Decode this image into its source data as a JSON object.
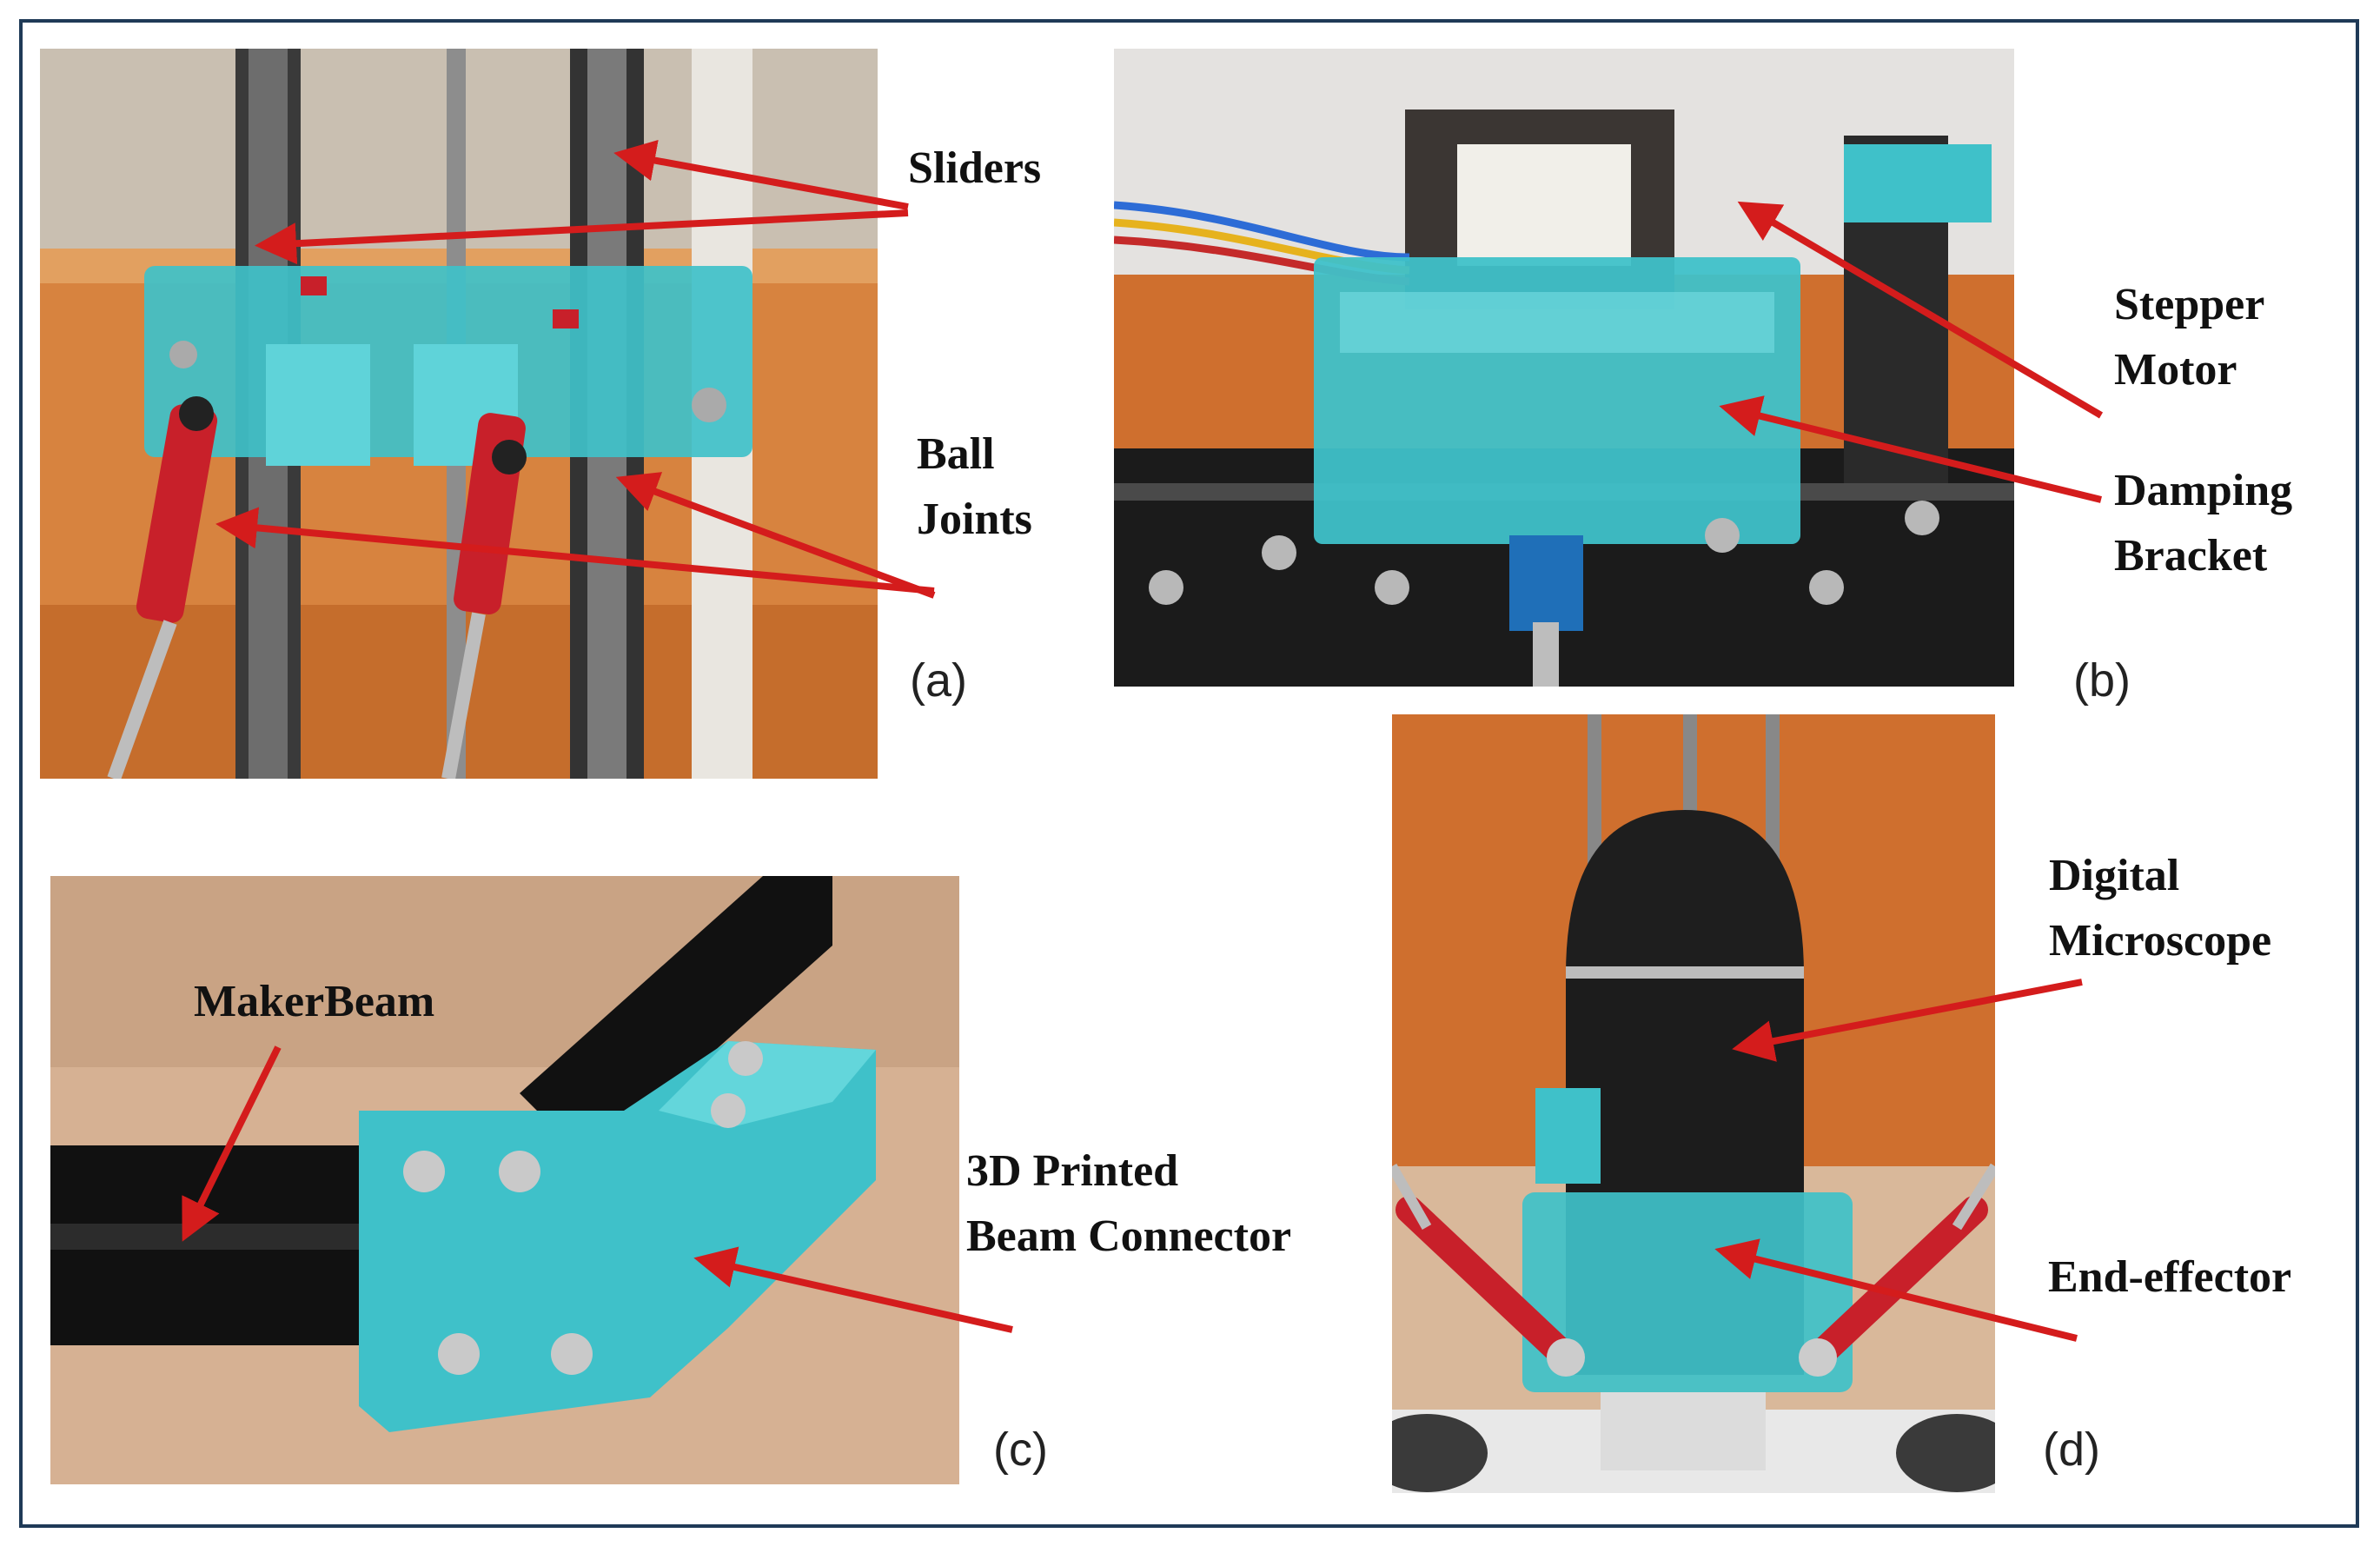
{
  "panels": {
    "a": {
      "tag": "(a)",
      "labels": {
        "sliders": "Sliders",
        "ball_joints_1": "Ball",
        "ball_joints_2": "Joints"
      }
    },
    "b": {
      "tag": "(b)",
      "labels": {
        "stepper_1": "Stepper",
        "stepper_2": "Motor",
        "damping_1": "Damping",
        "damping_2": "Bracket"
      }
    },
    "c": {
      "tag": "(c)",
      "labels": {
        "makerbeam": "MakerBeam",
        "connector_1": "3D Printed",
        "connector_2": "Beam Connector"
      }
    },
    "d": {
      "tag": "(d)",
      "labels": {
        "microscope_1": "Digital",
        "microscope_2": "Microscope",
        "end_effector": "End-effector"
      }
    }
  },
  "colors": {
    "arrow": "#d41c1c",
    "frame": "#1f3a57",
    "printed_part": "#3fc1c9",
    "metal_red": "#c8202a"
  }
}
